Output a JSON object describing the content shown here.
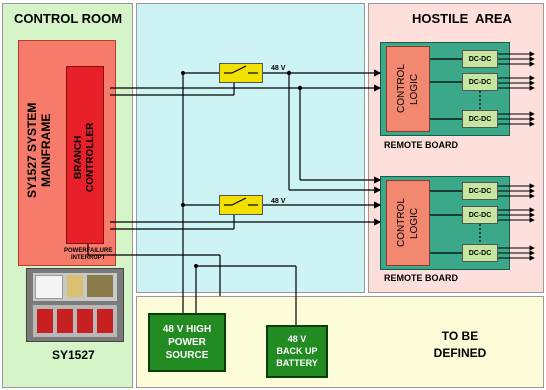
{
  "zones": {
    "control_room": "CONTROL ROOM",
    "hostile_area": "HOSTILE  AREA",
    "to_be_defined": "TO BE\nDEFINED"
  },
  "mainframe": {
    "label": "SY1527 SYSTEM\nMAINFRAME",
    "branch_controller": "BRANCH\nCONTROLLER",
    "powerfailure": "POWERFAILURE\nINTERRUPT",
    "photo_caption": "SY1527"
  },
  "power": {
    "high_power_source": "48 V HIGH\nPOWER\nSOURCE",
    "backup_battery": "48 V\nBACK UP\nBATTERY",
    "line_label_top": "48 V",
    "line_label_bottom": "48 V"
  },
  "remote_boards": [
    {
      "name": "REMOTE BOARD",
      "control_logic": "CONTROL\nLOGIC",
      "dcdc": [
        "DC-DC",
        "DC-DC",
        "DC-DC"
      ]
    },
    {
      "name": "REMOTE BOARD",
      "control_logic": "CONTROL\nLOGIC",
      "dcdc": [
        "DC-DC",
        "DC-DC",
        "DC-DC"
      ]
    }
  ],
  "colors": {
    "control_room_bg": "#d5f5c8",
    "middle_bg": "#cdf3f5",
    "hostile_bg": "#fde0dc",
    "defined_bg": "#fdfcd9",
    "mainframe": "#f77b6a",
    "branch": "#e8202a",
    "remote_board": "#3ca88a",
    "control_logic": "#f28870",
    "dcdc": "#c6e6a0",
    "switch": "#f2e000",
    "power_box": "#228b22"
  }
}
